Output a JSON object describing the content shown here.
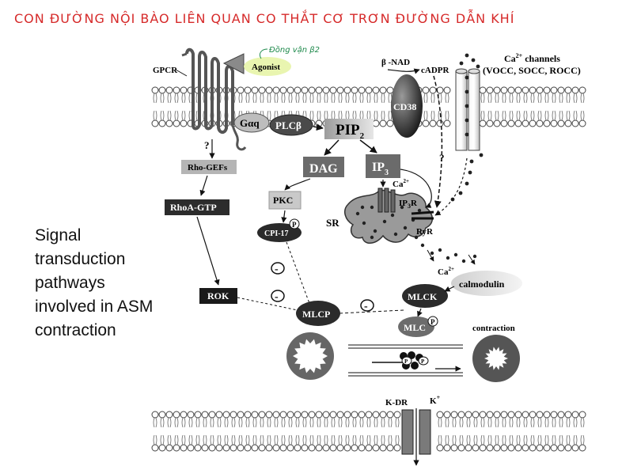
{
  "header": {
    "handwritten_title": "CON ĐƯỜNG NỘI BÀO LIÊN QUAN CO THẮT CƠ TRƠN ĐƯỜNG DẪN KHÍ"
  },
  "caption": {
    "lines": [
      "Signal",
      "transduction",
      "pathways",
      "involved in ASM",
      "contraction"
    ]
  },
  "labels": {
    "gpcr": "GPCR",
    "agonist": "Agonist",
    "agonist_note": "Đồng vận β2",
    "galpha_q": "Gαq",
    "plc_beta": "PLCβ",
    "pip2": "PIP",
    "pip2_sub": "2",
    "dag": "DAG",
    "ip3": "IP",
    "ip3_sub": "3",
    "rho_gefs": "Rho-GEFs",
    "rhoa_gtp": "RhoA-GTP",
    "rok": "ROK",
    "pkc": "PKC",
    "cpi17": "CPI-17",
    "phospho": "P",
    "mlcp": "MLCP",
    "mlck": "MLCK",
    "mlc": "MLC",
    "calmodulin": "calmodulin",
    "ca2": "Ca",
    "ca_sup": "2+",
    "sr": "SR",
    "ip3r": "IP",
    "ip3r_sub": "3",
    "ip3r_suffix": "R",
    "ryr": "RyR",
    "beta_nad": "β -NAD",
    "cadpr": "cADPR",
    "cd38": "CD38",
    "ca_channels_title": "Ca",
    "ca_channels_suffix": " channels",
    "ca_channels_list": "(VOCC, SOCC, ROCC)",
    "contraction": "contraction",
    "kdr": "K-DR",
    "k_ion": "K",
    "k_sup": "+",
    "question": "?",
    "minus": "-"
  }
}
